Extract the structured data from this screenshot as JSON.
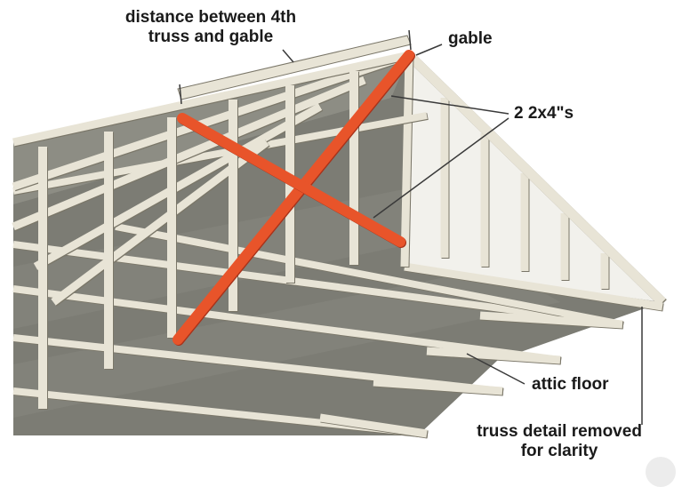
{
  "labels": {
    "distance_line1": "distance between 4th",
    "distance_line2": "truss and gable",
    "gable": "gable",
    "braces": "2 2x4\"s",
    "attic_floor": "attic floor",
    "truss_detail_line1": "truss detail removed",
    "truss_detail_line2": "for clarity"
  },
  "colors": {
    "floor": "#7c7c74",
    "floor_light": "#8e8e86",
    "lumber": "#e8e4d6",
    "lumber_edge": "#7a7668",
    "brace": "#e8542a",
    "brace_edge": "#a8321a",
    "gable_sheathing": "#f2f1ec",
    "roof_back": "#9a9a92",
    "leader": "#3a3a3a"
  }
}
